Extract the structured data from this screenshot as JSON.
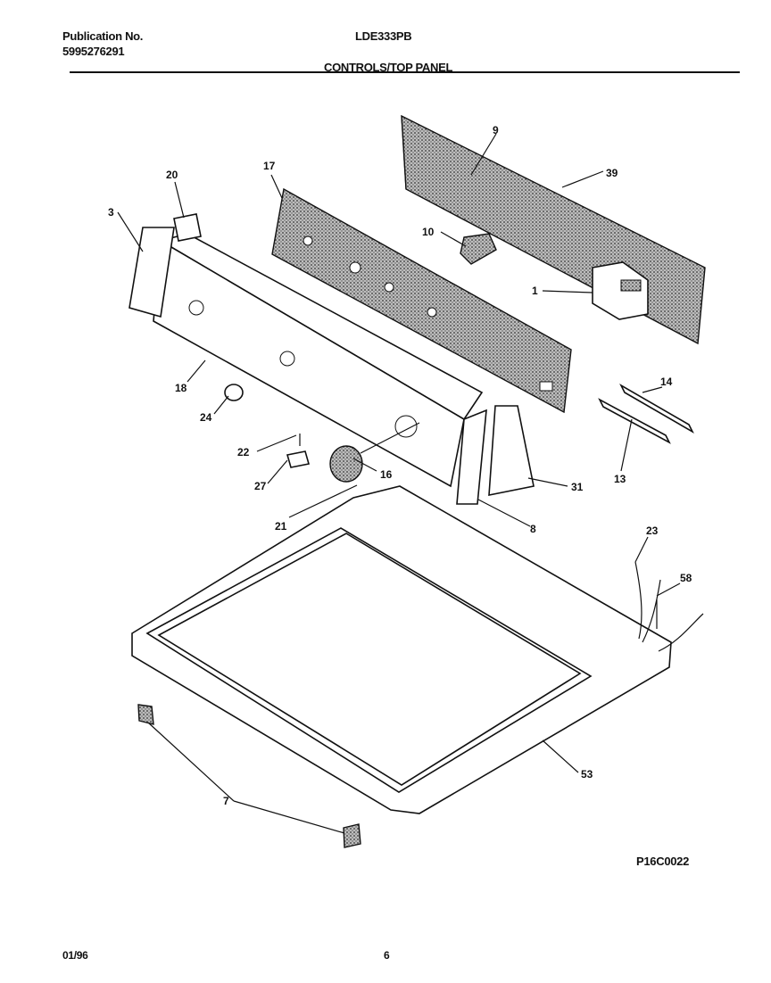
{
  "header": {
    "publication_label": "Publication No.",
    "publication_number": "5995276291",
    "model": "LDE333PB",
    "section_title": "CONTROLS/TOP PANEL"
  },
  "callouts": {
    "c9": "9",
    "c39": "39",
    "c17": "17",
    "c20": "20",
    "c3": "3",
    "c10": "10",
    "c1": "1",
    "c14": "14",
    "c13": "13",
    "c18": "18",
    "c24": "24",
    "c22": "22",
    "c27": "27",
    "c16": "16",
    "c31": "31",
    "c21": "21",
    "c8": "8",
    "c23": "23",
    "c58": "58",
    "c53": "53",
    "c7": "7"
  },
  "footer": {
    "drawing_code": "P16C0022",
    "date": "01/96",
    "page": "6"
  }
}
